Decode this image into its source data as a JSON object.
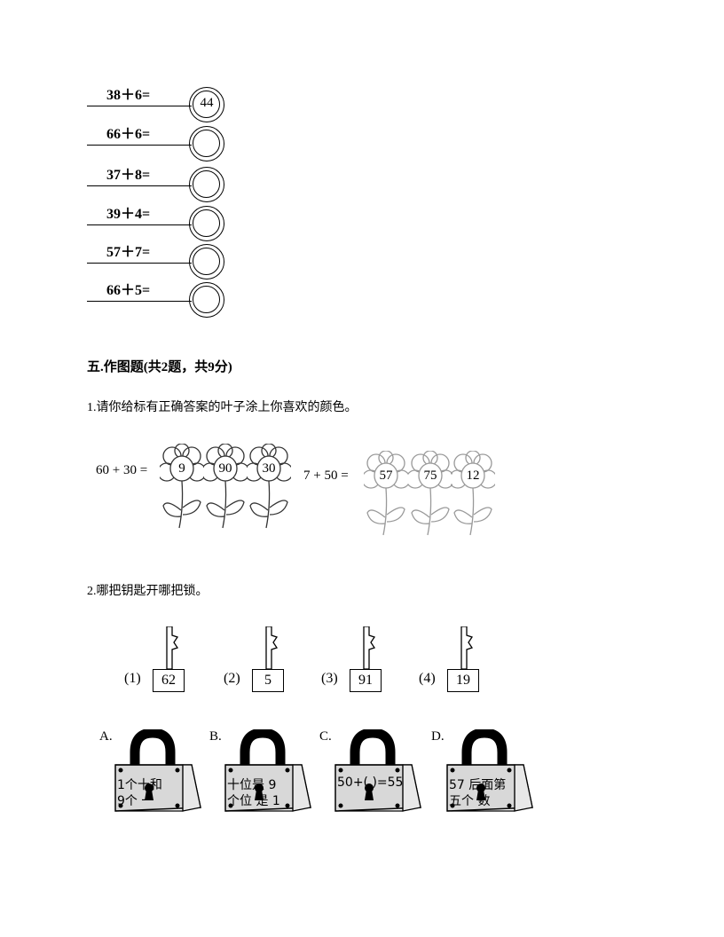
{
  "equations": [
    {
      "expr": "38＋6=",
      "answer": "44"
    },
    {
      "expr": "66＋6=",
      "answer": ""
    },
    {
      "expr": "37＋8=",
      "answer": ""
    },
    {
      "expr": "39＋4=",
      "answer": ""
    },
    {
      "expr": "57＋7=",
      "answer": ""
    },
    {
      "expr": "66＋5=",
      "answer": ""
    }
  ],
  "section": {
    "title": "五.作图题(共2题，共9分)"
  },
  "q1": {
    "text": "1.请你给标有正确答案的叶子涂上你喜欢的颜色。",
    "group1": {
      "expr": "60 + 30 =",
      "options": [
        "9",
        "90",
        "30"
      ]
    },
    "group2": {
      "expr": "7 + 50 =",
      "options": [
        "57",
        "75",
        "12"
      ]
    }
  },
  "q2": {
    "text": "2.哪把钥匙开哪把锁。",
    "keys": [
      {
        "label": "(1)",
        "value": "62"
      },
      {
        "label": "(2)",
        "value": "5"
      },
      {
        "label": "(3)",
        "value": "91"
      },
      {
        "label": "(4)",
        "value": "19"
      }
    ],
    "locks": [
      {
        "label": "A.",
        "line1": "1个十和",
        "line2": "9个   一"
      },
      {
        "label": "B.",
        "line1": "十位是 9",
        "line2": "个位   是 1"
      },
      {
        "label": "C.",
        "line1": "50+(  )=55",
        "line2": ""
      },
      {
        "label": "D.",
        "line1": "57 后面第",
        "line2": "五个   数"
      }
    ]
  }
}
